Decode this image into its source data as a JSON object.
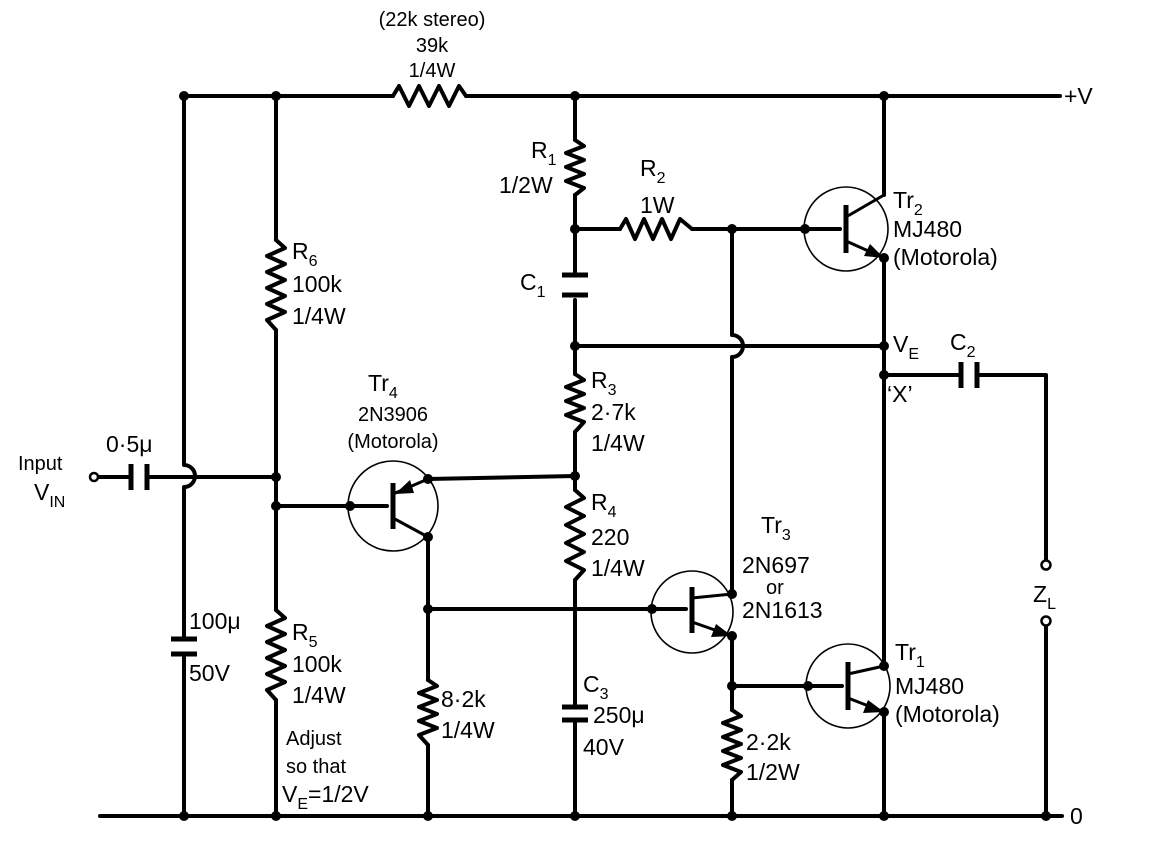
{
  "rails": {
    "positive": "+V",
    "ground": "0"
  },
  "feedback_resistor": {
    "note": "(22k stereo)",
    "value": "39k",
    "rating": "1/4W"
  },
  "R1": {
    "name": "R",
    "sub": "1",
    "rating": "1/2W"
  },
  "R2": {
    "name": "R",
    "sub": "2",
    "rating": "1W"
  },
  "C1": {
    "name": "C",
    "sub": "1"
  },
  "R6": {
    "name": "R",
    "sub": "6",
    "value": "100k",
    "rating": "1/4W"
  },
  "R3": {
    "name": "R",
    "sub": "3",
    "value": "2·7k",
    "rating": "1/4W"
  },
  "R4": {
    "name": "R",
    "sub": "4",
    "value": "220",
    "rating": "1/4W"
  },
  "R5": {
    "name": "R",
    "sub": "5",
    "value": "100k",
    "rating": "1/4W"
  },
  "input_cap": {
    "value": "0·5μ"
  },
  "input": {
    "label": "Input",
    "name": "V",
    "sub": "IN"
  },
  "decoupling_cap": {
    "value": "100μ",
    "rating": "50V"
  },
  "C3": {
    "name": "C",
    "sub": "3",
    "value": "250μ",
    "rating": "40V"
  },
  "R_82k": {
    "value": "8·2k",
    "rating": "1/4W"
  },
  "R_22k": {
    "value": "2·2k",
    "rating": "1/2W"
  },
  "Tr1": {
    "name": "Tr",
    "sub": "1",
    "part": "MJ480",
    "maker": "(Motorola)"
  },
  "Tr2": {
    "name": "Tr",
    "sub": "2",
    "part": "MJ480",
    "maker": "(Motorola)"
  },
  "Tr3": {
    "name": "Tr",
    "sub": "3",
    "part": "2N697",
    "or": "or",
    "alt": "2N1613"
  },
  "Tr4": {
    "name": "Tr",
    "sub": "4",
    "part": "2N3906",
    "maker": "(Motorola)"
  },
  "VE": {
    "name": "V",
    "sub": "E"
  },
  "X": {
    "label": "‘X’"
  },
  "C2": {
    "name": "C",
    "sub": "2"
  },
  "ZL": {
    "name": "Z",
    "sub": "L"
  },
  "adjust_note": {
    "line1": "Adjust",
    "line2": "so that",
    "v": "V",
    "sub": "E",
    "eq": "=1/2V"
  }
}
